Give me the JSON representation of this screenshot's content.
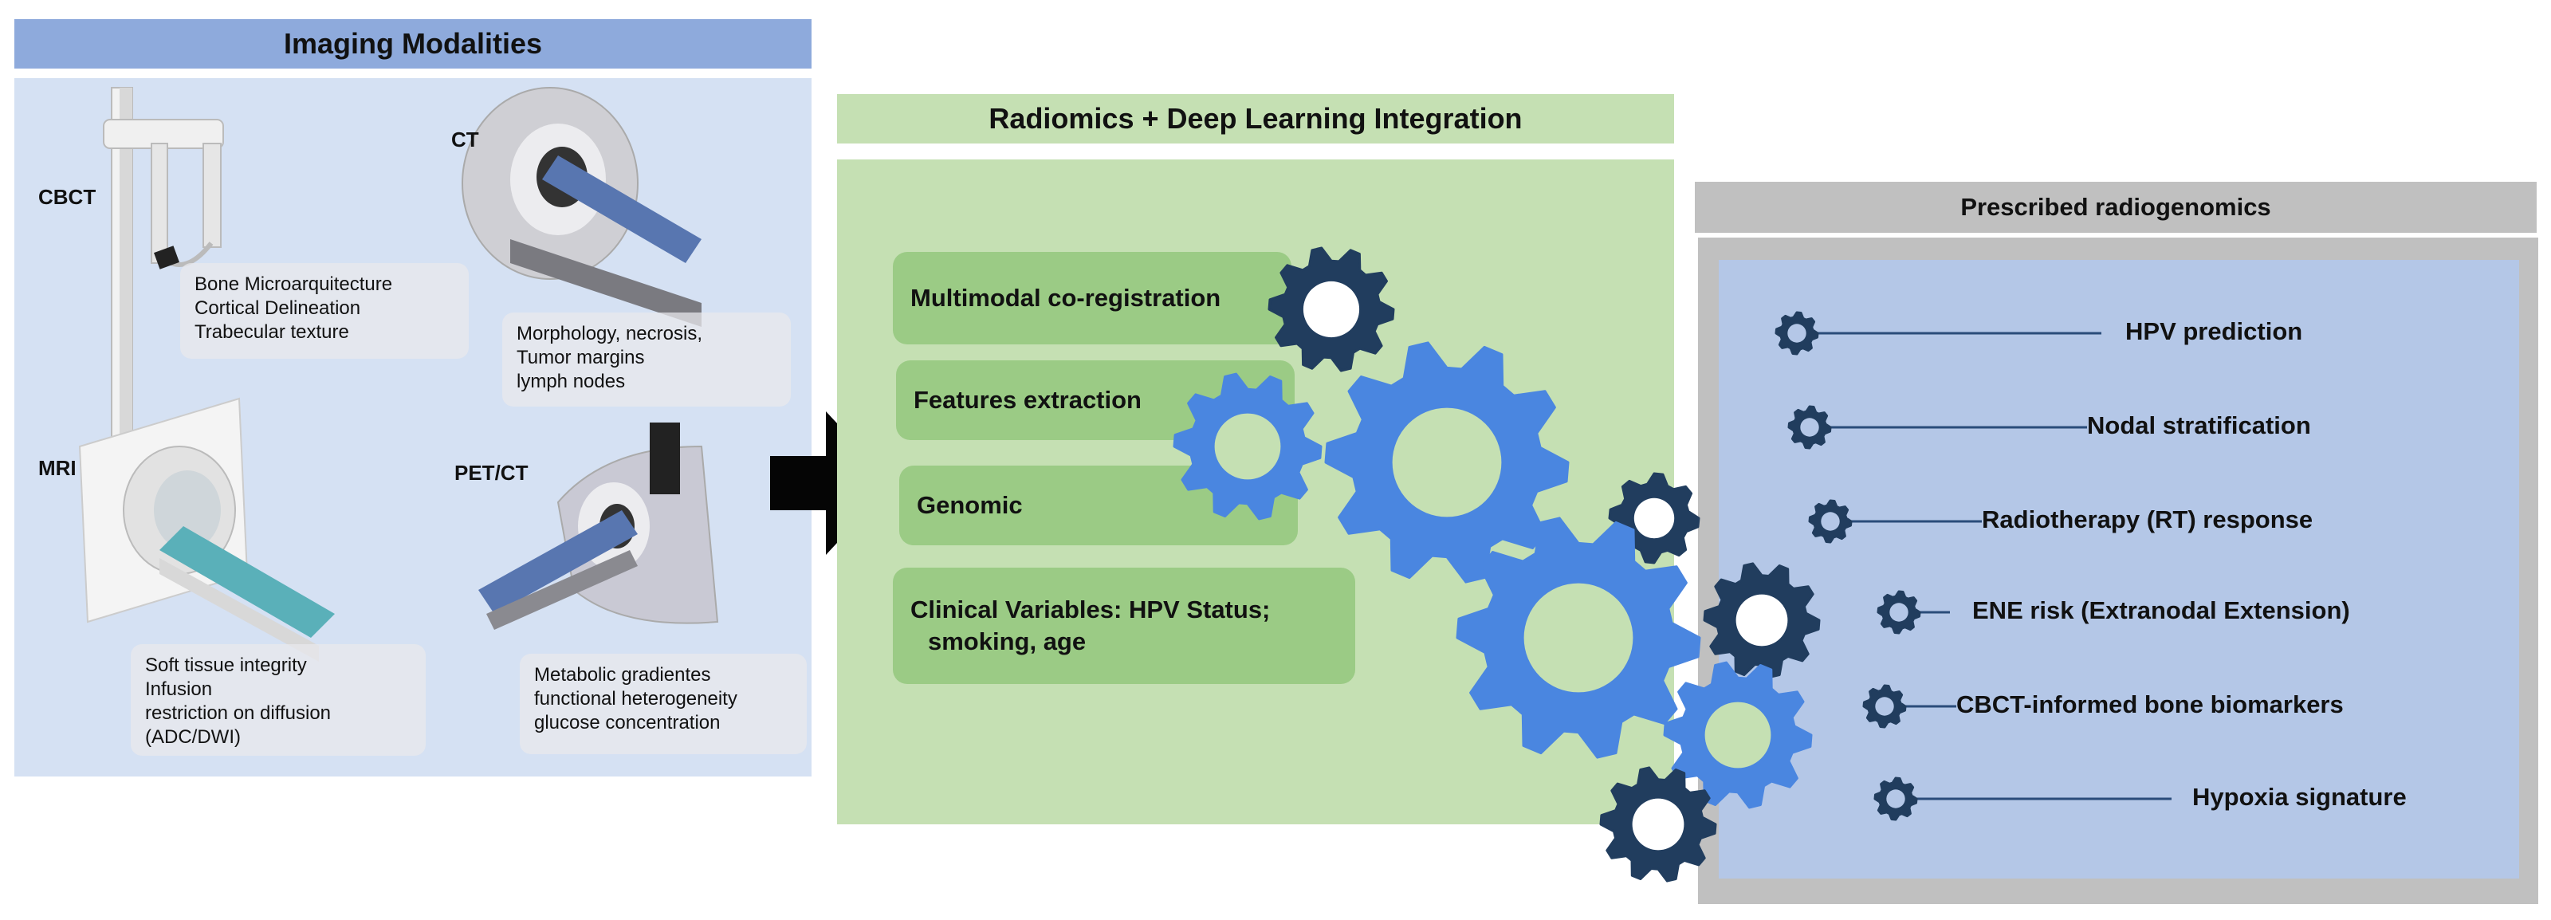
{
  "imaging": {
    "title": "Imaging Modalities",
    "modalities": [
      {
        "label": "CBCT",
        "desc": [
          "Bone Microarquitecture",
          "Cortical Delineation",
          "Trabecular texture"
        ]
      },
      {
        "label": "CT",
        "desc": [
          "Morphology, necrosis,",
          "Tumor margins",
          "lymph nodes"
        ]
      },
      {
        "label": "MRI",
        "desc": [
          "Soft tissue integrity",
          "Infusion",
          "restriction on diffusion",
          "(ADC/DWI)"
        ]
      },
      {
        "label": "PET/CT",
        "desc": [
          "Metabolic gradientes",
          "functional heterogeneity",
          "glucose concentration"
        ]
      }
    ]
  },
  "integration": {
    "title": "Radiomics + Deep Learning Integration",
    "items": [
      "Multimodal co-registration",
      "Features extraction",
      "Genomic",
      "Clinical Variables: HPV Status;",
      "smoking, age"
    ]
  },
  "radiogenomics": {
    "title": "Prescribed radiogenomics",
    "items": [
      "HPV  prediction",
      "Nodal  stratification",
      "Radiotherapy (RT) response",
      "ENE risk (Extranodal Extension)",
      "CBCT-informed  bone biomarkers",
      "Hypoxia signature"
    ]
  },
  "colors": {
    "imaging_bg": "#d5e1f3",
    "imaging_title_bg": "#8eaadc",
    "integration_bg": "#c5e0b3",
    "chip": "#9bcb85",
    "radiogenomics_frame": "#c0c0c0",
    "radiogenomics_bg": "#b4c7e7",
    "gear_dark": "#213d5e",
    "gear_light": "#4a86e0"
  }
}
